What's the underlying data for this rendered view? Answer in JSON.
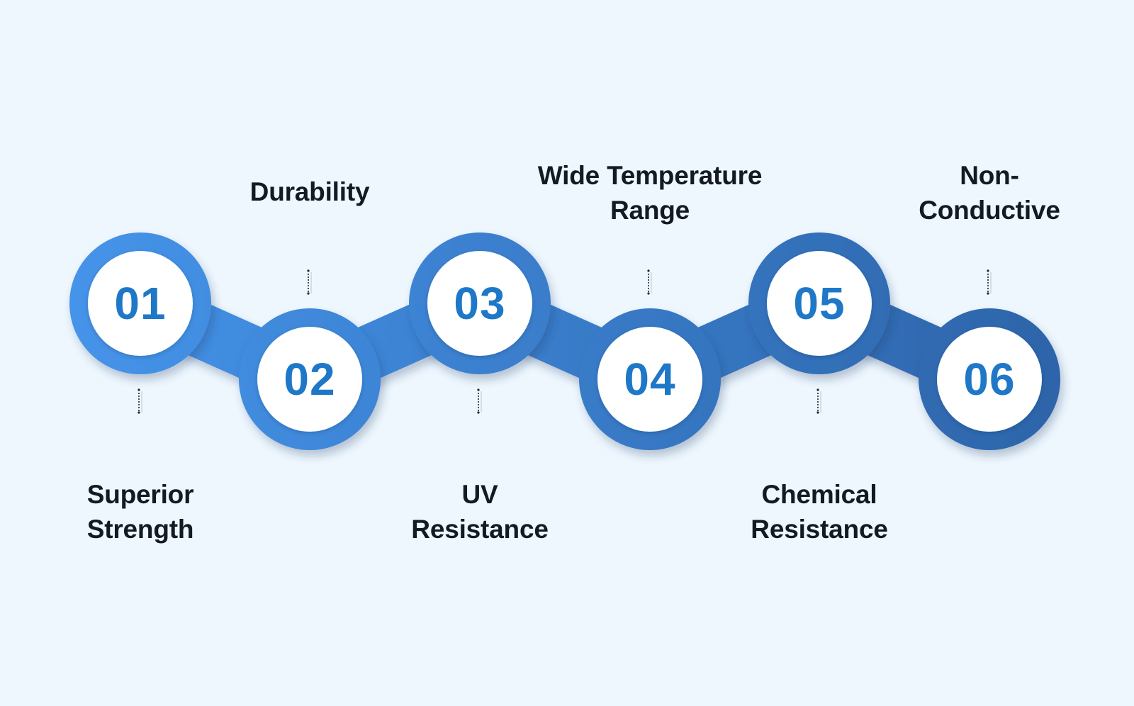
{
  "colors": {
    "background": "#eef7fe",
    "ring_start": "#4594ea",
    "ring_end": "#2d64a9",
    "number_color": "#1e78c7",
    "label_color": "#141a22"
  },
  "steps": [
    {
      "number": "01",
      "label_lines": [
        "Superior",
        "Strength"
      ]
    },
    {
      "number": "02",
      "label_lines": [
        "Durability"
      ]
    },
    {
      "number": "03",
      "label_lines": [
        "UV",
        "Resistance"
      ]
    },
    {
      "number": "04",
      "label_lines": [
        "Wide Temperature",
        "Range"
      ]
    },
    {
      "number": "05",
      "label_lines": [
        "Chemical",
        "Resistance"
      ]
    },
    {
      "number": "06",
      "label_lines": [
        "Non-",
        "Conductive"
      ]
    }
  ]
}
